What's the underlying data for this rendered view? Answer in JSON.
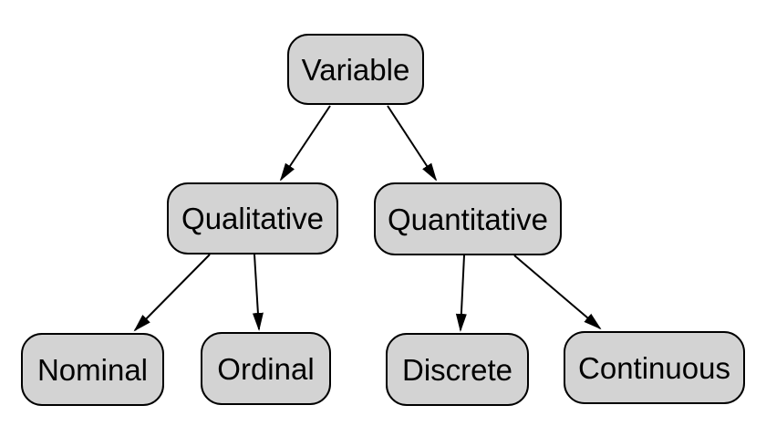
{
  "diagram": {
    "type": "tree",
    "background_color": "#ffffff",
    "node_fill_color": "#d3d3d3",
    "node_border_color": "#000000",
    "text_color": "#000000",
    "arrow_color": "#000000",
    "nodes": [
      {
        "id": "variable",
        "label": "Variable"
      },
      {
        "id": "qualitative",
        "label": "Qualitative"
      },
      {
        "id": "quantitative",
        "label": "Quantitative"
      },
      {
        "id": "nominal",
        "label": "Nominal"
      },
      {
        "id": "ordinal",
        "label": "Ordinal"
      },
      {
        "id": "discrete",
        "label": "Discrete"
      },
      {
        "id": "continuous",
        "label": "Continuous"
      }
    ],
    "edges": [
      {
        "from": "Variable",
        "to": "Qualitative"
      },
      {
        "from": "Variable",
        "to": "Quantitative"
      },
      {
        "from": "Qualitative",
        "to": "Nominal"
      },
      {
        "from": "Qualitative",
        "to": "Ordinal"
      },
      {
        "from": "Quantitative",
        "to": "Discrete"
      },
      {
        "from": "Quantitative",
        "to": "Continuous"
      }
    ]
  }
}
